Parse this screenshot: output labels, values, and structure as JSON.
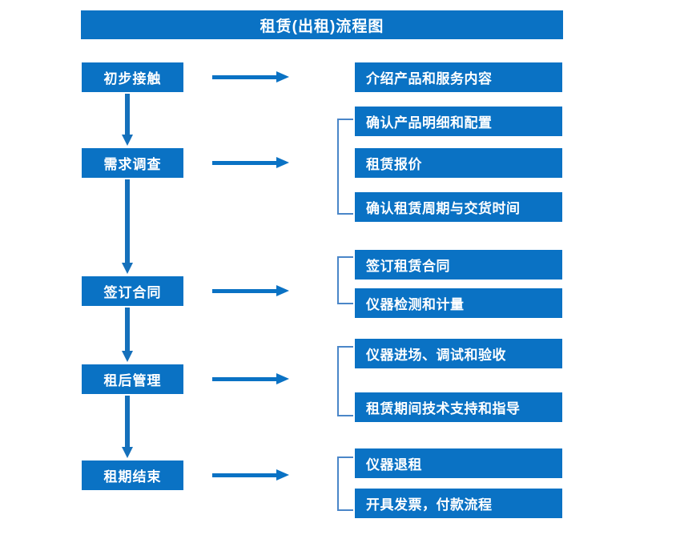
{
  "title": "租赁(出租)流程图",
  "colors": {
    "box_blue": "#0a72c4",
    "arrow_blue": "#1570bb",
    "bracket_blue": "#4a86c8",
    "text_white": "#ffffff",
    "background": "#ffffff"
  },
  "stages": [
    {
      "label": "初步接触"
    },
    {
      "label": "需求调查"
    },
    {
      "label": "签订合同"
    },
    {
      "label": "租后管理"
    },
    {
      "label": "租期结束"
    }
  ],
  "details": [
    {
      "label": "介绍产品和服务内容"
    },
    {
      "label": "确认产品明细和配置"
    },
    {
      "label": "租赁报价"
    },
    {
      "label": "确认租赁周期与交货时间"
    },
    {
      "label": "签订租赁合同"
    },
    {
      "label": "仪器检测和计量"
    },
    {
      "label": "仪器进场、调试和验收"
    },
    {
      "label": "租赁期间技术支持和指导"
    },
    {
      "label": "仪器退租"
    },
    {
      "label": "开具发票，付款流程"
    }
  ],
  "chart_data": {
    "type": "flowchart",
    "title": "租赁(出租)流程图",
    "orientation": "vertical-with-branches",
    "nodes": [
      {
        "stage": "初步接触",
        "details": [
          "介绍产品和服务内容"
        ],
        "bracketed": false
      },
      {
        "stage": "需求调查",
        "details": [
          "确认产品明细和配置",
          "租赁报价",
          "确认租赁周期与交货时间"
        ],
        "bracketed": true
      },
      {
        "stage": "签订合同",
        "details": [
          "签订租赁合同",
          "仪器检测和计量"
        ],
        "bracketed": true
      },
      {
        "stage": "租后管理",
        "details": [
          "仪器进场、调试和验收",
          "租赁期间技术支持和指导"
        ],
        "bracketed": true
      },
      {
        "stage": "租期结束",
        "details": [
          "仪器退租",
          "开具发票，付款流程"
        ],
        "bracketed": true
      }
    ],
    "edges": [
      {
        "from": "初步接触",
        "to": "需求调查",
        "type": "vertical-arrow"
      },
      {
        "from": "需求调查",
        "to": "签订合同",
        "type": "vertical-arrow"
      },
      {
        "from": "签订合同",
        "to": "租后管理",
        "type": "vertical-arrow"
      },
      {
        "from": "租后管理",
        "to": "租期结束",
        "type": "vertical-arrow"
      },
      {
        "from": "初步接触",
        "to": "介绍产品和服务内容",
        "type": "horizontal-arrow"
      },
      {
        "from": "需求调查",
        "to": "确认产品明细和配置",
        "type": "horizontal-arrow"
      },
      {
        "from": "签订合同",
        "to": "签订租赁合同",
        "type": "horizontal-arrow"
      },
      {
        "from": "租后管理",
        "to": "仪器进场、调试和验收",
        "type": "horizontal-arrow"
      },
      {
        "from": "租期结束",
        "to": "仪器退租",
        "type": "horizontal-arrow"
      }
    ]
  }
}
